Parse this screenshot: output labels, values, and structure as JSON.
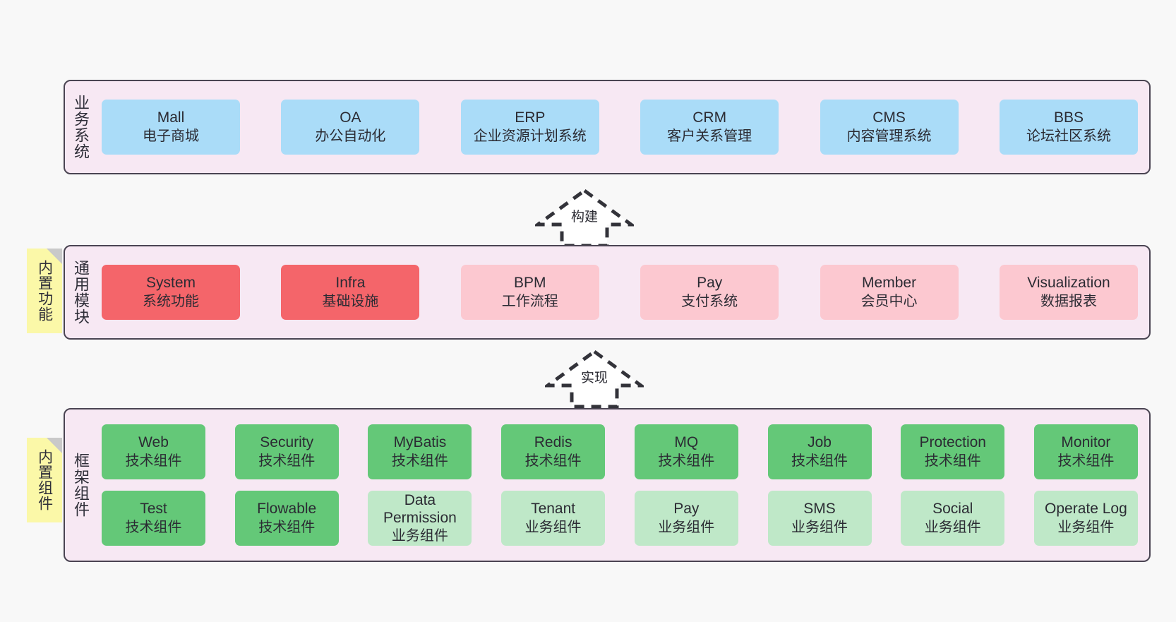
{
  "diagram": {
    "background_color": "#f8f8f8",
    "panel_fill": "#f7e8f3",
    "panel_border": "#4a4452",
    "sticky_color": "#fbf8a8",
    "colors": {
      "blue": "#aadcf8",
      "red": "#f4656a",
      "pink": "#fcc8d0",
      "green": "#64c878",
      "light_green": "#bfe8c8"
    }
  },
  "layers": [
    {
      "title": "业务系统",
      "rows": [
        {
          "cards": [
            {
              "en": "Mall",
              "cn": "电子商城",
              "color": "blue"
            },
            {
              "en": "OA",
              "cn": "办公自动化",
              "color": "blue"
            },
            {
              "en": "ERP",
              "cn": "企业资源计划系统",
              "color": "blue"
            },
            {
              "en": "CRM",
              "cn": "客户关系管理",
              "color": "blue"
            },
            {
              "en": "CMS",
              "cn": "内容管理系统",
              "color": "blue"
            },
            {
              "en": "BBS",
              "cn": "论坛社区系统",
              "color": "blue"
            }
          ]
        }
      ]
    },
    {
      "title": "通用模块",
      "sticky": "内置功能",
      "rows": [
        {
          "cards": [
            {
              "en": "System",
              "cn": "系统功能",
              "color": "red"
            },
            {
              "en": "Infra",
              "cn": "基础设施",
              "color": "red"
            },
            {
              "en": "BPM",
              "cn": "工作流程",
              "color": "pink"
            },
            {
              "en": "Pay",
              "cn": "支付系统",
              "color": "pink"
            },
            {
              "en": "Member",
              "cn": "会员中心",
              "color": "pink"
            },
            {
              "en": "Visualization",
              "cn": "数据报表",
              "color": "pink"
            }
          ]
        }
      ]
    },
    {
      "title": "框架组件",
      "sticky": "内置组件",
      "rows": [
        {
          "cards": [
            {
              "en": "Web",
              "cn": "技术组件",
              "color": "green"
            },
            {
              "en": "Security",
              "cn": "技术组件",
              "color": "green"
            },
            {
              "en": "MyBatis",
              "cn": "技术组件",
              "color": "green"
            },
            {
              "en": "Redis",
              "cn": "技术组件",
              "color": "green"
            },
            {
              "en": "MQ",
              "cn": "技术组件",
              "color": "green"
            },
            {
              "en": "Job",
              "cn": "技术组件",
              "color": "green"
            },
            {
              "en": "Protection",
              "cn": "技术组件",
              "color": "green"
            },
            {
              "en": "Monitor",
              "cn": "技术组件",
              "color": "green"
            }
          ]
        },
        {
          "cards": [
            {
              "en": "Test",
              "cn": "技术组件",
              "color": "green"
            },
            {
              "en": "Flowable",
              "cn": "技术组件",
              "color": "green"
            },
            {
              "en": "Data Permission",
              "cn": "业务组件",
              "color": "light_green",
              "wrap": true
            },
            {
              "en": "Tenant",
              "cn": "业务组件",
              "color": "light_green"
            },
            {
              "en": "Pay",
              "cn": "业务组件",
              "color": "light_green"
            },
            {
              "en": "SMS",
              "cn": "业务组件",
              "color": "light_green"
            },
            {
              "en": "Social",
              "cn": "业务组件",
              "color": "light_green"
            },
            {
              "en": "Operate Log",
              "cn": "业务组件",
              "color": "light_green"
            }
          ]
        }
      ]
    }
  ],
  "connectors": [
    {
      "label": "构建",
      "style": "dashed-hollow-arrow-up"
    },
    {
      "label": "实现",
      "style": "dashed-hollow-arrow-up"
    }
  ]
}
